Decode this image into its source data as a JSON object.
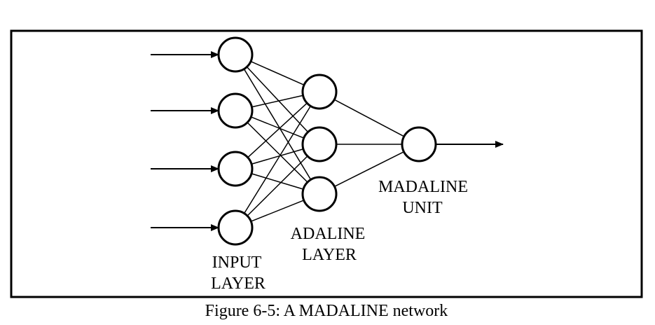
{
  "caption": "Figure 6-5: A MADALINE network",
  "labels": {
    "input_layer": [
      "INPUT",
      "LAYER"
    ],
    "adaline_layer": [
      "ADALINE",
      "LAYER"
    ],
    "madaline_unit": [
      "MADALINE",
      "UNIT"
    ]
  },
  "network": {
    "input_count": 4,
    "adaline_count": 3,
    "output_count": 1
  },
  "colors": {
    "stroke": "#000000",
    "background": "#ffffff"
  }
}
